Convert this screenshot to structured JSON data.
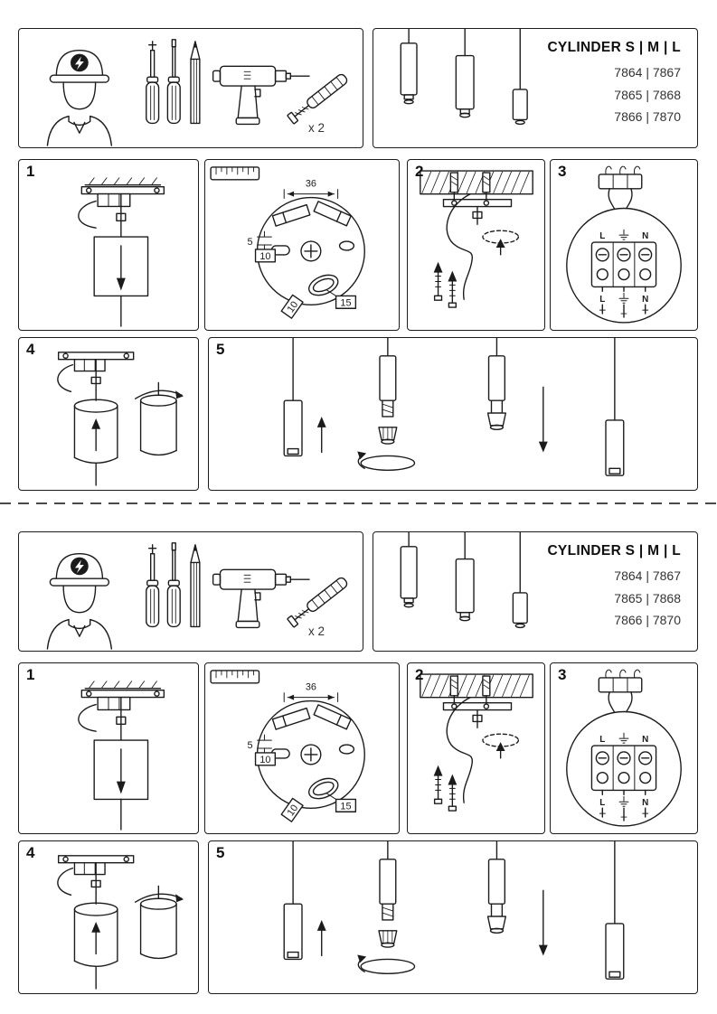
{
  "sheet": {
    "tools": {
      "anchor_qty": "x 2"
    },
    "product": {
      "title": "CYLINDER S | M | L",
      "models": [
        "7864 | 7867",
        "7865 | 7868",
        "7866 | 7870"
      ]
    },
    "steps": {
      "one": "1",
      "two": "2",
      "three": "3",
      "four": "4",
      "five": "5"
    },
    "plate": {
      "dim_top": "36",
      "dim_left_a": "5",
      "dim_left_b": "10",
      "dim_bottom_a": "15",
      "dim_bottom_b": "10"
    },
    "terminals": {
      "live": "L",
      "neutral": "N"
    }
  },
  "colors": {
    "line": "#1b1b1b",
    "background": "#ffffff"
  }
}
